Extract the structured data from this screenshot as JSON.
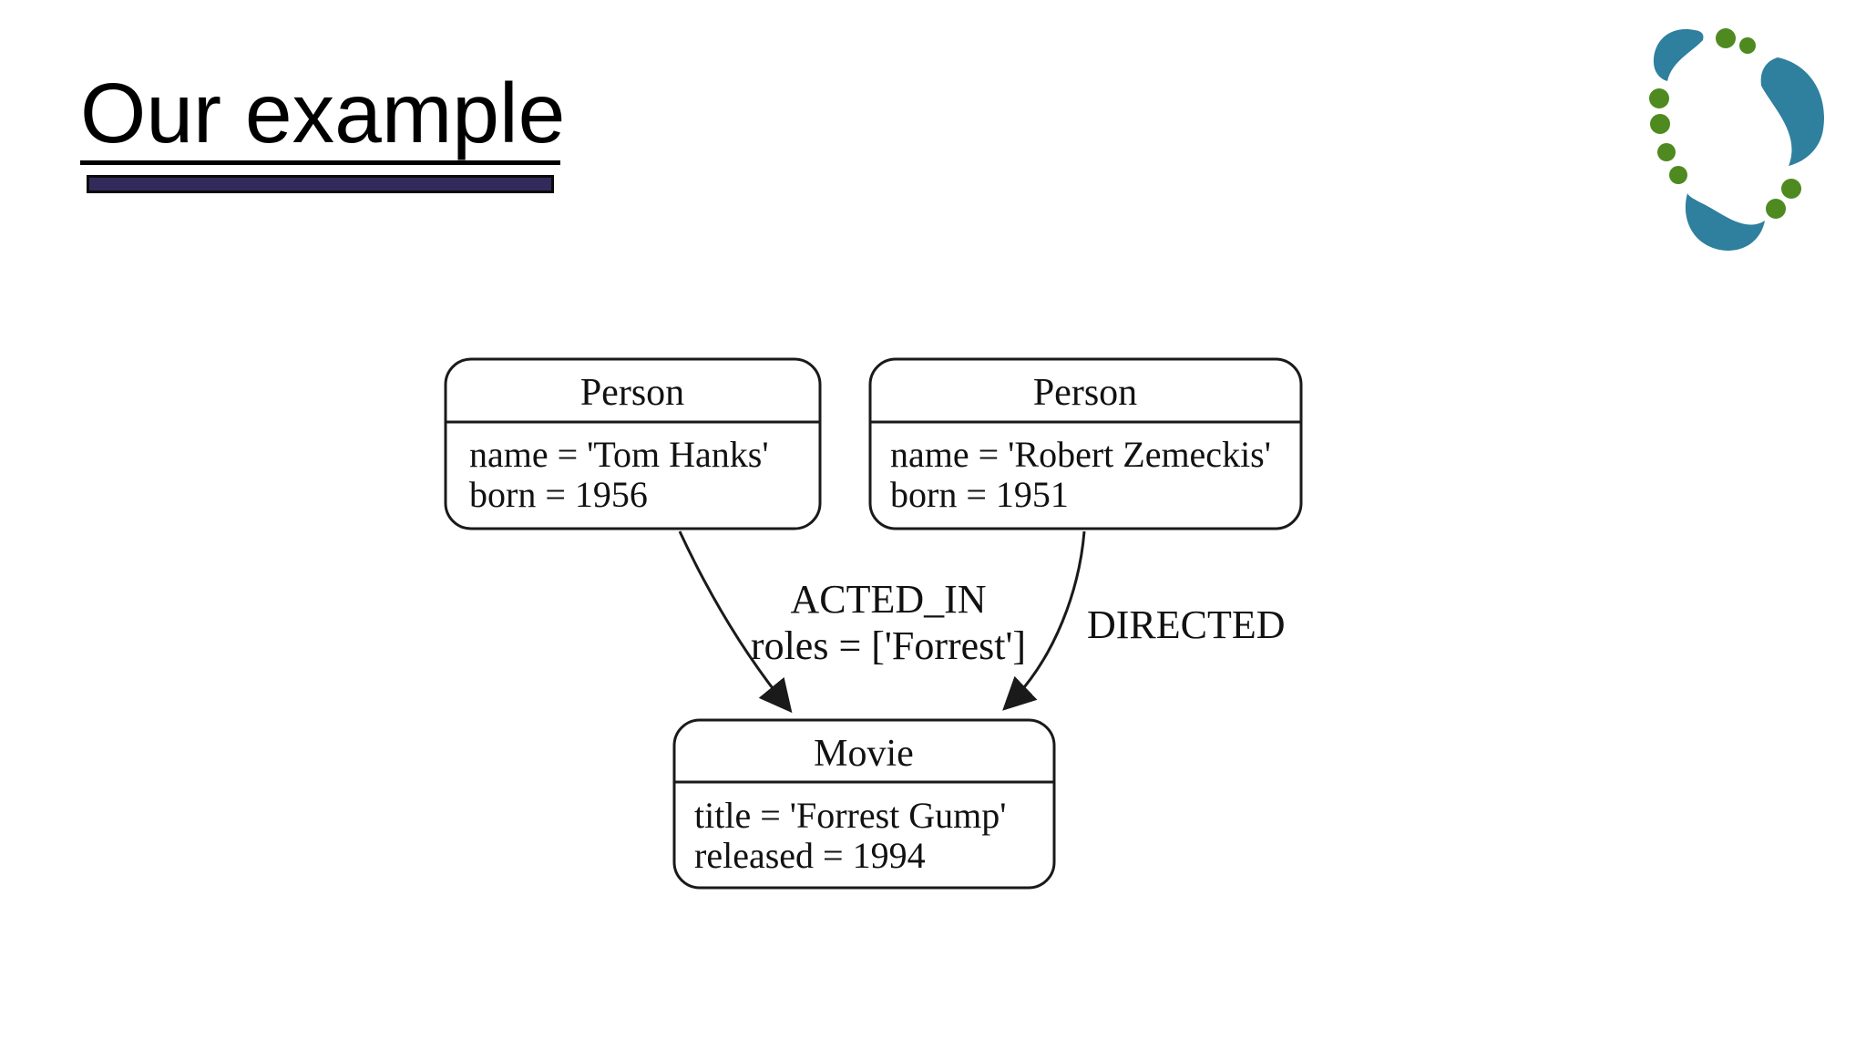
{
  "slide": {
    "title": "Our example"
  },
  "colors": {
    "accent_bar": "#332a5c",
    "logo_teal": "#2f7f9e",
    "logo_green": "#4e8a1f",
    "diagram_line": "#1a1a1a"
  },
  "diagram": {
    "nodes": [
      {
        "id": "person-tom-hanks",
        "label": "Person",
        "attributes": [
          "name = 'Tom Hanks'",
          "born = 1956"
        ]
      },
      {
        "id": "person-robert-zemeckis",
        "label": "Person",
        "attributes": [
          "name = 'Robert Zemeckis'",
          "born = 1951"
        ]
      },
      {
        "id": "movie-forrest-gump",
        "label": "Movie",
        "attributes": [
          "title = 'Forrest Gump'",
          "released = 1994"
        ]
      }
    ],
    "edges": [
      {
        "id": "acted-in",
        "label": "ACTED_IN",
        "sublabel": "roles = ['Forrest']",
        "from": "person-tom-hanks",
        "to": "movie-forrest-gump"
      },
      {
        "id": "directed",
        "label": "DIRECTED",
        "sublabel": "",
        "from": "person-robert-zemeckis",
        "to": "movie-forrest-gump"
      }
    ]
  }
}
